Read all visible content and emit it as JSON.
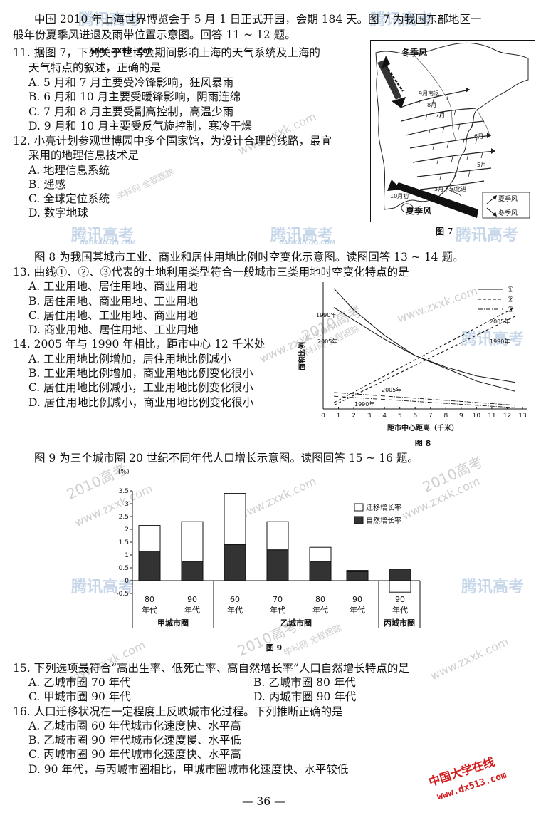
{
  "intro_1": "中国 2010 年上海世界博览会于 5 月 1 日正式开园，会期 184 天。图 7 为我国东部地区一",
  "intro_2": "般年份夏季风进退及雨带位置示意图。回答 11 ~ 12 题。",
  "q11": {
    "stem_1": "11. 据图 7，下列关于世博会期间影响上海的天气系统及上海的",
    "stem_2": "天气特点的叙述，正确的是",
    "options": [
      "A. 5 月和 7 月主要受冷锋影响，狂风暴雨",
      "B. 6 月和 10 月主要受暖锋影响，阴雨连绵",
      "C. 7 月和 8 月主要受副高控制，高温少雨",
      "D. 9 月和 10 月主要受反气旋控制，寒冷干燥"
    ]
  },
  "q12": {
    "stem_1": "12. 小亮计划参观世博园中多个国家馆，为设计合理的线路，最宜",
    "stem_2": "采用的地理信息技术是",
    "options": [
      "A. 地理信息系统",
      "B. 遥感",
      "C. 全球定位系统",
      "D. 数字地球"
    ]
  },
  "fig7": {
    "caption": "图 7",
    "winter_monsoon": "冬季风",
    "summer_monsoon": "夏季风",
    "labels": [
      "9月南退",
      "8月",
      "7月",
      "6月",
      "5月",
      "3月下旬北进",
      "10月初"
    ],
    "legend": [
      "夏季风",
      "冬季风"
    ]
  },
  "fig8_intro": "图 8 为我国某城市工业、商业和居住用地比例时空变化示意图。读图回答 13 ~ 14 题。",
  "q13": {
    "stem": "13. 曲线①、②、③代表的土地利用类型符合一般城市三类用地时空变化特点的是",
    "options": [
      "A. 工业用地、居住用地、商业用地",
      "B. 居住用地、商业用地、工业用地",
      "C. 居住用地、工业用地、商业用地",
      "D. 商业用地、居住用地、工业用地"
    ]
  },
  "q14": {
    "stem": "14. 2005 年与 1990 年相比，距市中心 12 千米处",
    "options": [
      "A. 工业用地比例增加，居住用地比例减小",
      "B. 工业用地比例增加，商业用地比例变化很小",
      "C. 居住用地比例减小，工业用地比例变化很小",
      "D. 居住用地比例减小，商业用地比例变化很小"
    ]
  },
  "fig9_intro": "图 9 为三个城市圈 20 世纪不同年代人口增长示意图。读图回答 15 ~ 16 题。",
  "q15": {
    "stem": "15. 下列选项最符合“高出生率、低死亡率、高自然增长率”人口自然增长特点的是",
    "options": [
      "A. 乙城市圈 70 年代",
      "B. 乙城市圈 80 年代",
      "C. 甲城市圈 90 年代",
      "D. 丙城市圈 90 年代"
    ]
  },
  "q16": {
    "stem": "16. 人口迁移状况在一定程度上反映城市化过程。下列推断正确的是",
    "options": [
      "A. 乙城市圈 60 年代城市化速度快、水平高",
      "B. 乙城市圈 90 年代城市化速度慢、水平低",
      "C. 丙城市圈 90 年代城市化速度快、水平高",
      "D. 90 年代，与丙城市圈相比，甲城市圈城市化速度快、水平较低"
    ]
  },
  "page_number": "— 36 —",
  "watermarks": {
    "tengxun": "腾讯高考",
    "gaokao_qq": "GAOKAO.QQ.COM",
    "zxxk": "www.zxxk.com",
    "gk2010": "2010高考",
    "xueke": "学科网 全程跟踪",
    "header_site": "www.zxxk.com",
    "stamp_cn": "中国大学在线",
    "stamp_url": "www.dx513.com"
  },
  "chart_data": [
    {
      "type": "line",
      "title": "",
      "xlabel": "距市中心距离（千米）",
      "ylabel": "面积比例",
      "caption": "图 8",
      "x_ticks": [
        0,
        1,
        2,
        3,
        4,
        5,
        6,
        7,
        8,
        9,
        10,
        11,
        12,
        13
      ],
      "xlim": [
        0,
        13
      ],
      "legend": [
        "①",
        "②",
        "③"
      ],
      "year_labels": [
        "1990年",
        "2005年",
        "2005年",
        "1990年",
        "2005年",
        "1990年"
      ],
      "series": [
        {
          "name": "①",
          "year": "1990",
          "x": [
            0.7,
            2,
            4,
            6,
            8,
            10,
            12.5
          ],
          "y": [
            0.95,
            0.78,
            0.58,
            0.42,
            0.33,
            0.26,
            0.21
          ]
        },
        {
          "name": "①",
          "year": "2005",
          "x": [
            0.7,
            2,
            4,
            6,
            8,
            10,
            12.5
          ],
          "y": [
            0.8,
            0.7,
            0.55,
            0.42,
            0.32,
            0.22,
            0.14
          ]
        },
        {
          "name": "②",
          "year": "2005",
          "x": [
            0.7,
            12.5
          ],
          "y": [
            0.05,
            0.8
          ]
        },
        {
          "name": "②",
          "year": "1990",
          "x": [
            0.7,
            12.5
          ],
          "y": [
            0.03,
            0.73
          ]
        },
        {
          "name": "③",
          "year": "2005",
          "x": [
            0.7,
            12.5
          ],
          "y": [
            0.13,
            0.03
          ]
        },
        {
          "name": "③",
          "year": "1990",
          "x": [
            0.7,
            12.5
          ],
          "y": [
            0.1,
            0.01
          ]
        }
      ]
    },
    {
      "type": "bar",
      "title": "",
      "ylabel": "(%)",
      "caption": "图 9",
      "ylim": [
        -0.5,
        3.5
      ],
      "y_ticks": [
        -0.5,
        0,
        0.5,
        1,
        1.5,
        2,
        2.5,
        3,
        3.5
      ],
      "categories": [
        "80\n年代",
        "90\n年代",
        "60\n年代",
        "70\n年代",
        "80\n年代",
        "90\n年代",
        "90\n年代"
      ],
      "groups": [
        {
          "name": "甲城市圈",
          "categories": [
            0,
            1
          ]
        },
        {
          "name": "乙城市圈",
          "categories": [
            2,
            3,
            4,
            5
          ]
        },
        {
          "name": "丙城市圈",
          "categories": [
            6
          ]
        }
      ],
      "series": [
        {
          "name": "自然增长率",
          "values": [
            1.15,
            0.75,
            1.4,
            1.2,
            0.75,
            0.35,
            0.45
          ]
        },
        {
          "name": "迁移增长率",
          "values": [
            1.0,
            1.55,
            2.0,
            1.1,
            0.55,
            0.05,
            -0.45
          ]
        }
      ],
      "legend": [
        "迁移增长率",
        "自然增长率"
      ],
      "legend_position": "top-right"
    }
  ]
}
